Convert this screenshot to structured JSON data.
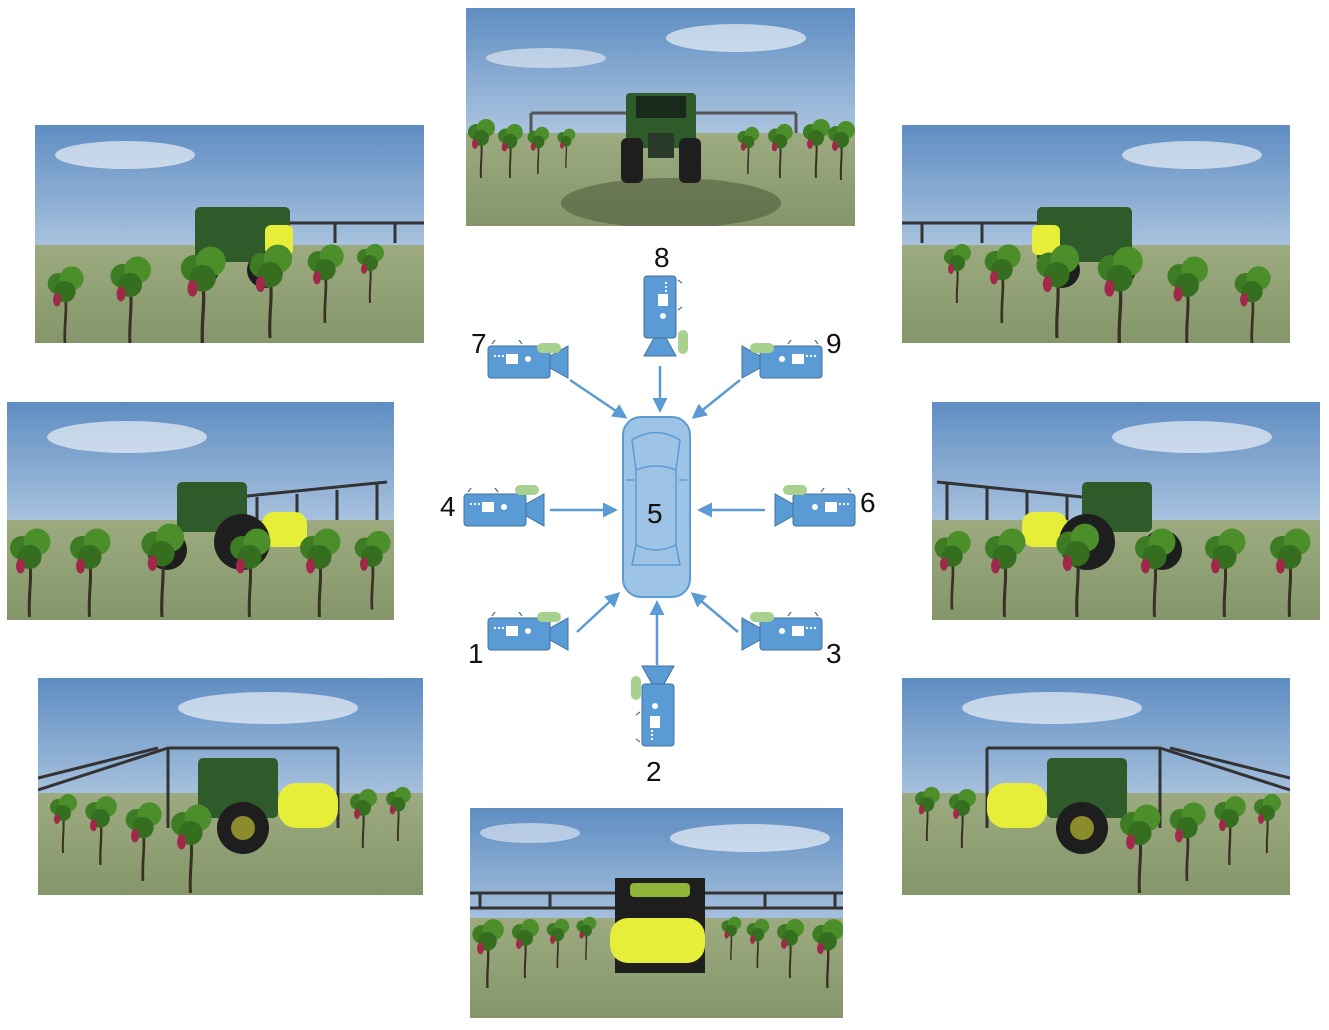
{
  "cameras": [
    {
      "id": "1",
      "label": "1"
    },
    {
      "id": "2",
      "label": "2"
    },
    {
      "id": "3",
      "label": "3"
    },
    {
      "id": "4",
      "label": "4"
    },
    {
      "id": "5",
      "label": "5"
    },
    {
      "id": "6",
      "label": "6"
    },
    {
      "id": "7",
      "label": "7"
    },
    {
      "id": "8",
      "label": "8"
    },
    {
      "id": "9",
      "label": "9"
    }
  ],
  "colors": {
    "camera_blue": "#5B9BD5",
    "camera_stroke": "#41719C",
    "lens_green": "#A9D18E",
    "car_fill": "#9DC3E6",
    "arrow": "#5B9BD5",
    "sky": "#6F9AC8",
    "ground": "#8E9E6E",
    "tractor_green": "#2F5A2A",
    "tank_yellow": "#E6EE3A",
    "grapes": "#A0284A"
  },
  "views": [
    {
      "name": "view-front",
      "content": "tractor front view between vine rows"
    },
    {
      "name": "view-front-left",
      "content": "tractor front-left oblique view"
    },
    {
      "name": "view-front-right",
      "content": "tractor front-right oblique view"
    },
    {
      "name": "view-left",
      "content": "tractor left side view"
    },
    {
      "name": "view-right",
      "content": "tractor right side view"
    },
    {
      "name": "view-rear-left",
      "content": "tractor rear-left oblique view with yellow tank"
    },
    {
      "name": "view-rear-right",
      "content": "tractor rear-right oblique view with yellow tank"
    },
    {
      "name": "view-rear",
      "content": "tractor rear view with yellow tank and spray boom"
    }
  ]
}
